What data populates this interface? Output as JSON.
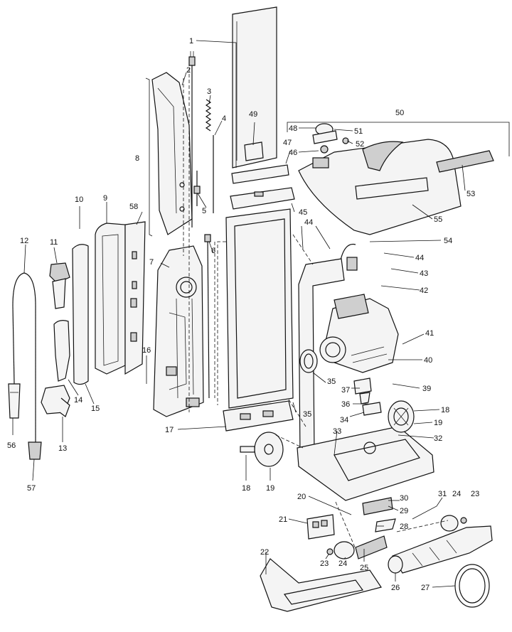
{
  "diagram": {
    "labels": [
      {
        "id": "1",
        "text": "1"
      },
      {
        "id": "2",
        "text": "2"
      },
      {
        "id": "3",
        "text": "3"
      },
      {
        "id": "4",
        "text": "4"
      },
      {
        "id": "5",
        "text": "5"
      },
      {
        "id": "6",
        "text": "6"
      },
      {
        "id": "7",
        "text": "7"
      },
      {
        "id": "8",
        "text": "8"
      },
      {
        "id": "9",
        "text": "9"
      },
      {
        "id": "10",
        "text": "10"
      },
      {
        "id": "11",
        "text": "11"
      },
      {
        "id": "12",
        "text": "12"
      },
      {
        "id": "13",
        "text": "13"
      },
      {
        "id": "14",
        "text": "14"
      },
      {
        "id": "15",
        "text": "15"
      },
      {
        "id": "16",
        "text": "16"
      },
      {
        "id": "17",
        "text": "17"
      },
      {
        "id": "18a",
        "text": "18"
      },
      {
        "id": "18b",
        "text": "18"
      },
      {
        "id": "19a",
        "text": "19"
      },
      {
        "id": "19b",
        "text": "19"
      },
      {
        "id": "20",
        "text": "20"
      },
      {
        "id": "21",
        "text": "21"
      },
      {
        "id": "22",
        "text": "22"
      },
      {
        "id": "23a",
        "text": "23"
      },
      {
        "id": "23b",
        "text": "23"
      },
      {
        "id": "24a",
        "text": "24"
      },
      {
        "id": "24b",
        "text": "24"
      },
      {
        "id": "25",
        "text": "25"
      },
      {
        "id": "26",
        "text": "26"
      },
      {
        "id": "27",
        "text": "27"
      },
      {
        "id": "28",
        "text": "28"
      },
      {
        "id": "29",
        "text": "29"
      },
      {
        "id": "30",
        "text": "30"
      },
      {
        "id": "31",
        "text": "31"
      },
      {
        "id": "32",
        "text": "32"
      },
      {
        "id": "33",
        "text": "33"
      },
      {
        "id": "34",
        "text": "34"
      },
      {
        "id": "35a",
        "text": "35"
      },
      {
        "id": "35b",
        "text": "35"
      },
      {
        "id": "36",
        "text": "36"
      },
      {
        "id": "37",
        "text": "37"
      },
      {
        "id": "39",
        "text": "39"
      },
      {
        "id": "40",
        "text": "40"
      },
      {
        "id": "41",
        "text": "41"
      },
      {
        "id": "42",
        "text": "42"
      },
      {
        "id": "43",
        "text": "43"
      },
      {
        "id": "44a",
        "text": "44"
      },
      {
        "id": "44b",
        "text": "44"
      },
      {
        "id": "45",
        "text": "45"
      },
      {
        "id": "46",
        "text": "46"
      },
      {
        "id": "47",
        "text": "47"
      },
      {
        "id": "48",
        "text": "48"
      },
      {
        "id": "49",
        "text": "49"
      },
      {
        "id": "50",
        "text": "50"
      },
      {
        "id": "51",
        "text": "51"
      },
      {
        "id": "52",
        "text": "52"
      },
      {
        "id": "53",
        "text": "53"
      },
      {
        "id": "54",
        "text": "54"
      },
      {
        "id": "55",
        "text": "55"
      },
      {
        "id": "56",
        "text": "56"
      },
      {
        "id": "57",
        "text": "57"
      },
      {
        "id": "58",
        "text": "58"
      }
    ]
  }
}
